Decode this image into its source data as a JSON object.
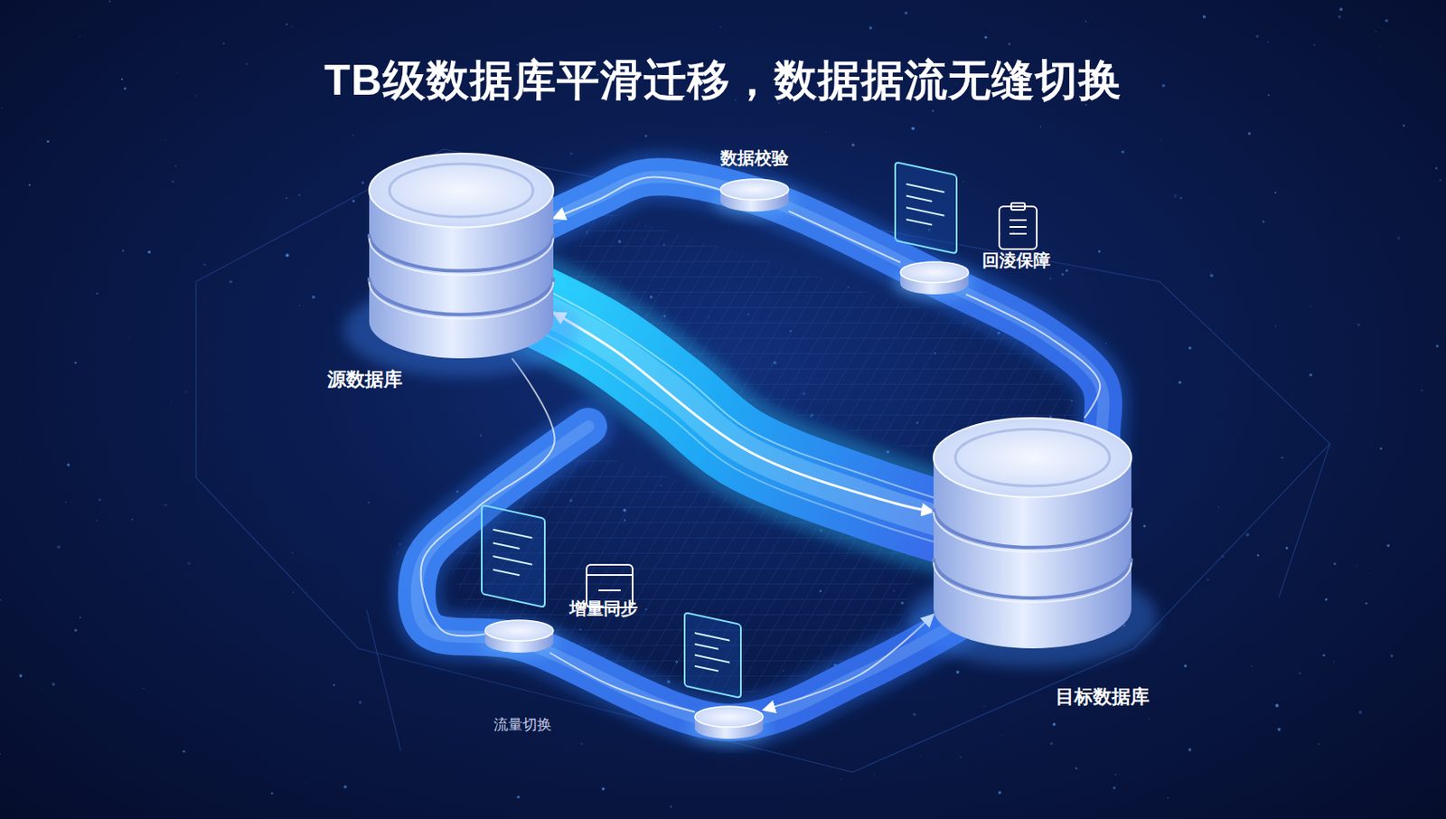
{
  "diagram": {
    "title": "TB级数据库平滑迁移，数据据流无缝切换",
    "nodes": [
      {
        "text": [
          "源数据库"
        ]
      },
      {
        "text": [
          "数据校验"
        ]
      },
      {
        "text": [
          "回淩保障"
        ]
      },
      {
        "text": [
          "增量同步"
        ]
      },
      {
        "text": [
          "流量切换"
        ]
      },
      {
        "text": [
          "目标数据库"
        ]
      }
    ],
    "edges": [
      {
        "from": 0,
        "to": 5,
        "arrow": "both"
      },
      {
        "from": 1,
        "to": 0,
        "arrow": "to"
      },
      {
        "from": 1,
        "to": 2,
        "arrow": "none"
      },
      {
        "from": 2,
        "to": 5,
        "arrow": "none"
      },
      {
        "from": 5,
        "to": 4,
        "arrow": "both"
      },
      {
        "from": 4,
        "to": 3,
        "arrow": "none"
      },
      {
        "from": 3,
        "to": 0,
        "arrow": "none"
      }
    ]
  }
}
